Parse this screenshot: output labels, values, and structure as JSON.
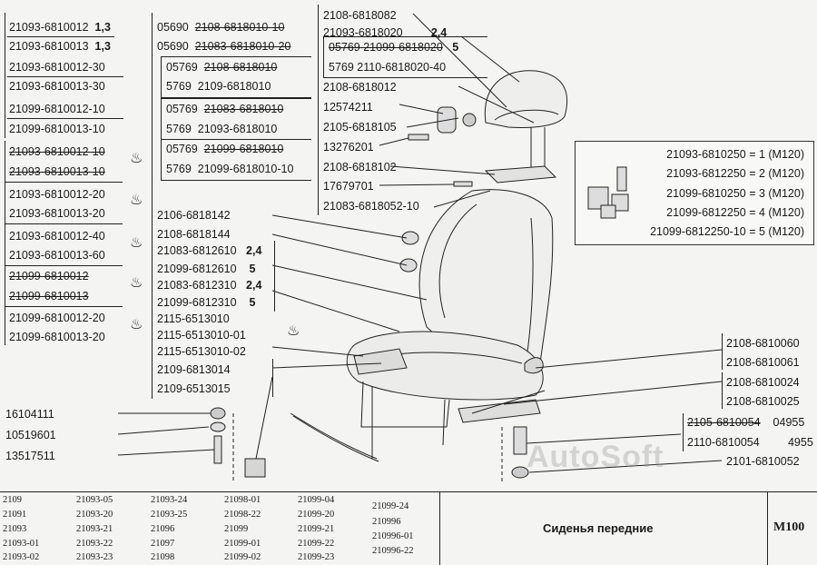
{
  "left_group_a": [
    {
      "text": "21093-6810012",
      "qty": "1,3",
      "strike": false
    },
    {
      "text": "21093-6810013",
      "qty": "1,3",
      "strike": false
    },
    {
      "text": "21093-6810012-30",
      "strike": false
    },
    {
      "text": "21093-6810013-30",
      "strike": false
    },
    {
      "text": "21099-6810012-10",
      "strike": false
    },
    {
      "text": "21099-6810013-10",
      "strike": false
    }
  ],
  "left_group_b": [
    {
      "text": "21093-6810012-10",
      "strike": true
    },
    {
      "text": "21093-6810013-10",
      "strike": true
    },
    {
      "text": "21093-6810012-20",
      "strike": false
    },
    {
      "text": "21093-6810013-20",
      "strike": false
    },
    {
      "text": "21093-6810012-40",
      "strike": false
    },
    {
      "text": "21093-6810013-60",
      "strike": false
    },
    {
      "text": "21099-6810012",
      "strike": true
    },
    {
      "text": "21099-6810013",
      "strike": true
    },
    {
      "text": "21099-6810012-20",
      "strike": false
    },
    {
      "text": "21099-6810013-20",
      "strike": false
    }
  ],
  "mid_top": [
    {
      "a": "05690",
      "b": "2108-6818010-10",
      "strike": true
    },
    {
      "a": "05690",
      "b": "21083-6818010-20",
      "strike": true
    },
    {
      "a": "05769",
      "b": "2108-6818010",
      "strike": true
    },
    {
      "a": "5769",
      "b": "2109-6818010",
      "strike": false
    },
    {
      "a": "05769",
      "b": "21083-6818010",
      "strike": true
    },
    {
      "a": "5769",
      "b": "21093-6818010",
      "strike": false
    },
    {
      "a": "05769",
      "b": "21099-6818010",
      "strike": true
    },
    {
      "a": "5769",
      "b": "21099-6818010-10",
      "strike": false
    }
  ],
  "top_right": [
    {
      "text": "2108-6818082"
    },
    {
      "text": "21093-6818020",
      "qty": "2,4"
    },
    {
      "text": "05769  21099-6818020",
      "qty": "5",
      "strike": true
    },
    {
      "text": "5769  2110-6818020-40"
    },
    {
      "text": "2108-6818012"
    },
    {
      "text": "12574211"
    },
    {
      "text": "2105-6818105"
    },
    {
      "text": "13276201"
    },
    {
      "text": "2108-6818102"
    },
    {
      "text": "17679701"
    },
    {
      "text": "21083-6818052-10"
    }
  ],
  "mid_lower": [
    {
      "text": "2106-6818142"
    },
    {
      "text": "2108-6818144"
    },
    {
      "text": "21083-6812610",
      "qty": "2,4"
    },
    {
      "text": "21099-6812610",
      "qty": "5"
    },
    {
      "text": "21083-6812310",
      "qty": "2,4"
    },
    {
      "text": "21099-6812310",
      "qty": "5"
    },
    {
      "text": "2115-6513010"
    },
    {
      "text": "2115-6513010-01"
    },
    {
      "text": "2115-6513010-02"
    },
    {
      "text": "2109-6813014"
    },
    {
      "text": "2109-6513015"
    }
  ],
  "legend": [
    "21093-6810250 = 1 (M120)",
    "21093-6812250 = 2 (M120)",
    "21099-6810250 = 3 (M120)",
    "21099-6812250 = 4 (M120)",
    "21099-6812250-10 = 5 (M120)"
  ],
  "right_parts": [
    {
      "text": "2108-6810060"
    },
    {
      "text": "2108-6810061"
    },
    {
      "text": "2108-6810024"
    },
    {
      "text": "2108-6810025"
    },
    {
      "text": "2105-6810054",
      "extra": "04955",
      "strike": true
    },
    {
      "text": "2110-6810054",
      "extra": "4955"
    },
    {
      "text": "2101-6810052"
    }
  ],
  "left_bottom": [
    "16104111",
    "10519601",
    "13517511"
  ],
  "watermark": "AutoSoft",
  "footer": {
    "models": [
      [
        "2109",
        "21091",
        "21093",
        "21093-01",
        "21093-02"
      ],
      [
        "21093-05",
        "21093-20",
        "21093-21",
        "21093-22",
        "21093-23"
      ],
      [
        "21093-24",
        "21093-25",
        "21096",
        "21097",
        "21098"
      ],
      [
        "21098-01",
        "21098-22",
        "21099",
        "21099-01",
        "21099-02"
      ],
      [
        "21099-04",
        "21099-20",
        "21099-21",
        "21099-22",
        "21099-23"
      ],
      [
        "21099-24",
        "210996",
        "210996-01",
        "210996-22"
      ]
    ],
    "title": "Сиденья передние",
    "code": "М100"
  }
}
